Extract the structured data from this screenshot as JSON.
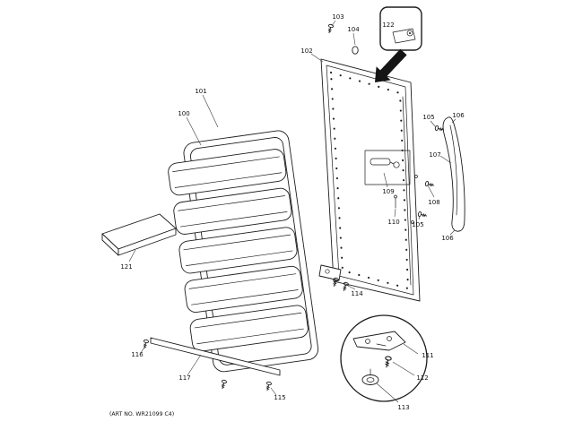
{
  "figure": {
    "art_note": "(ART NO. WR21099 C4)",
    "ink_color": "#1d1d1d",
    "background_color": "#ffffff",
    "callouts": {
      "c100": "100",
      "c101": "101",
      "c102": "102",
      "c103": "103",
      "c104": "104",
      "c105a": "105",
      "c105b": "105",
      "c106a": "106",
      "c106b": "106",
      "c107": "107",
      "c108": "108",
      "c109": "109",
      "c110": "110",
      "c111": "111",
      "c112": "112",
      "c113": "113",
      "c114": "114",
      "c115": "115",
      "c116": "116",
      "c117": "117",
      "c121": "121",
      "c122": "122"
    }
  }
}
